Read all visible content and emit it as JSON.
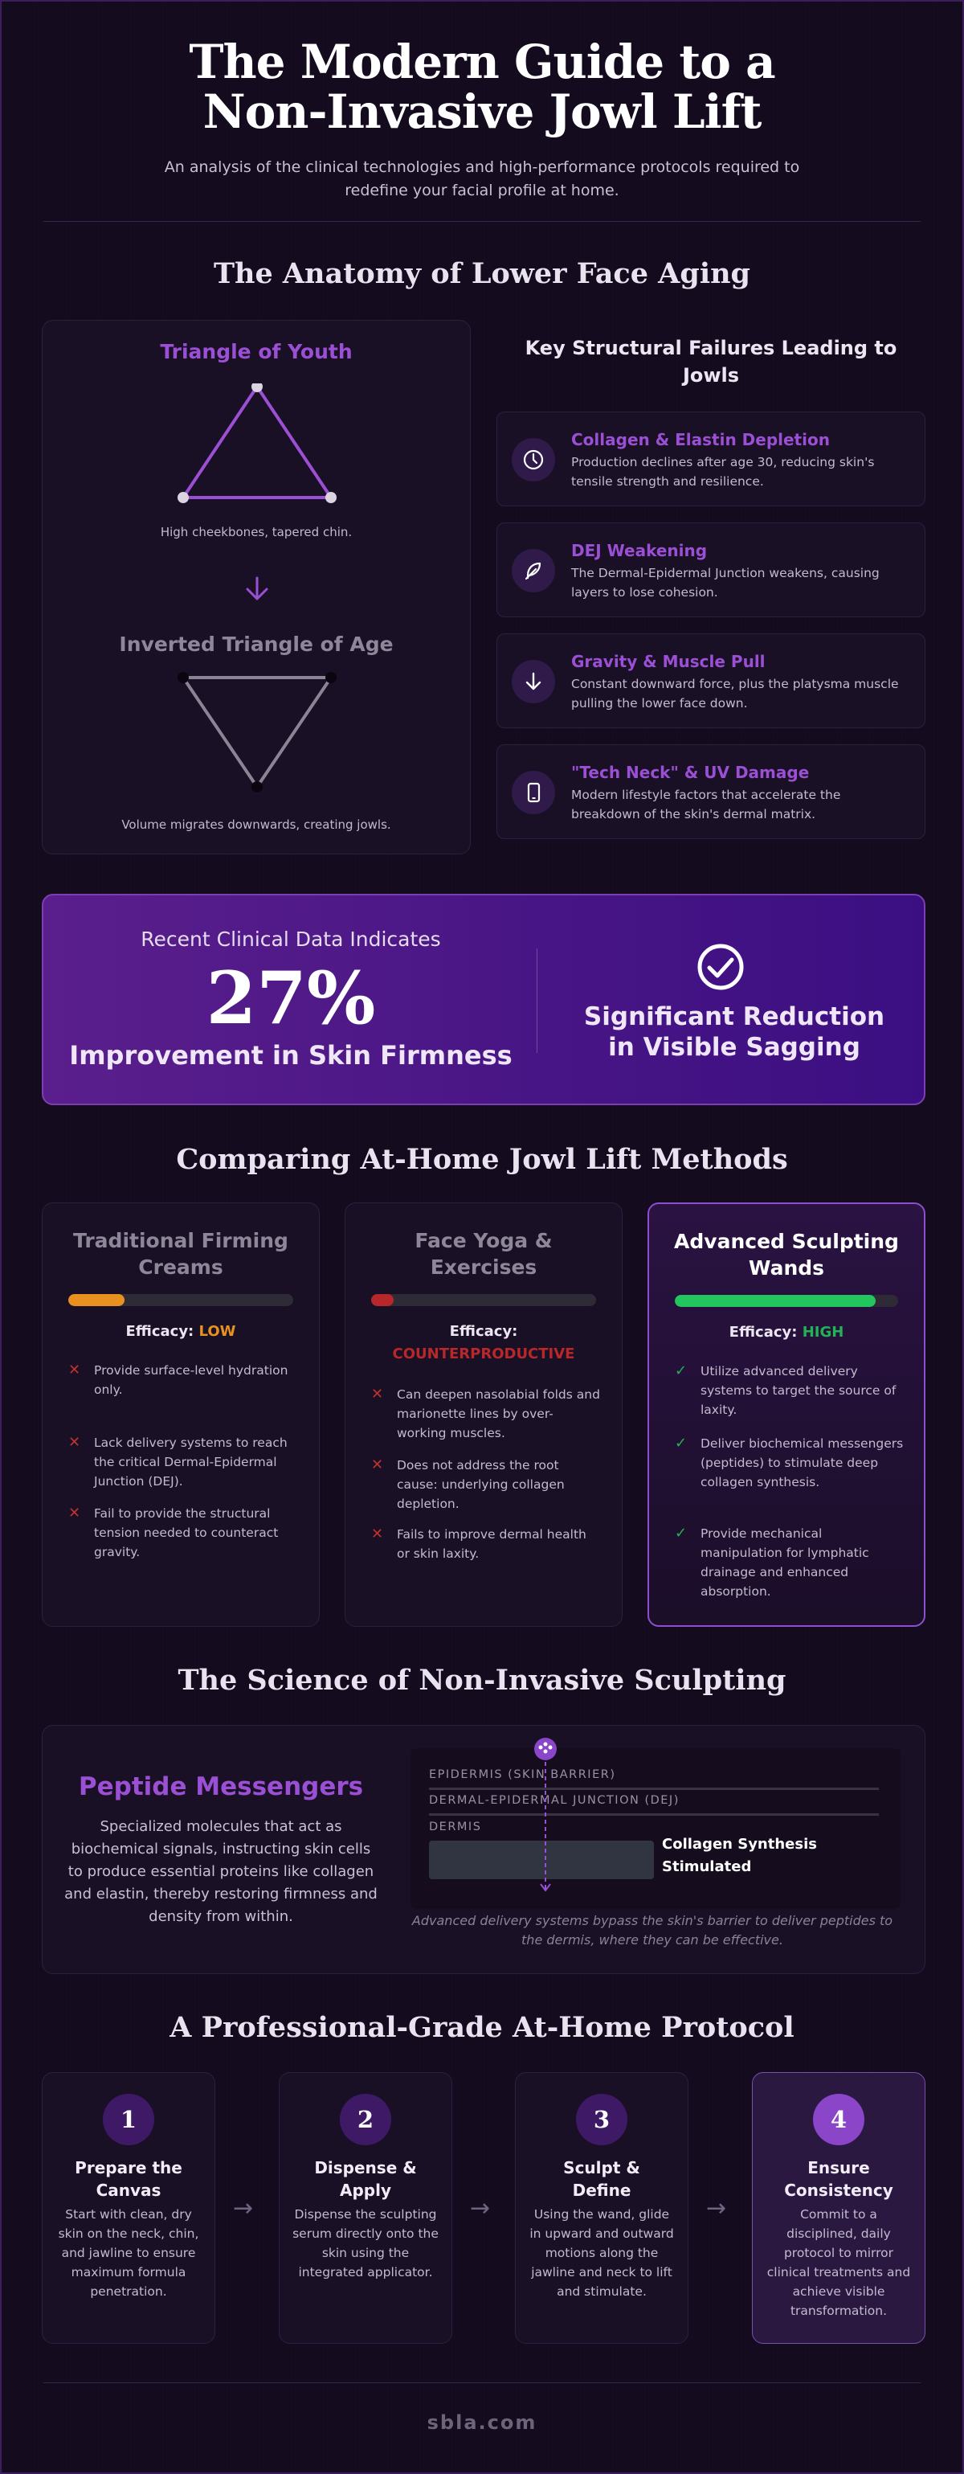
{
  "header": {
    "title_line1": "The Modern Guide to a",
    "title_line2": "Non-Invasive Jowl Lift",
    "subtitle": "An analysis of the clinical technologies and high-performance protocols required to redefine your facial profile at home."
  },
  "anatomy": {
    "title": "The Anatomy of Lower Face Aging",
    "youth": {
      "title": "Triangle of Youth",
      "caption": "High cheekbones, tapered chin."
    },
    "age": {
      "title": "Inverted Triangle of Age",
      "caption": "Volume migrates downwards, creating jowls."
    },
    "failures_heading": "Key Structural Failures Leading to Jowls",
    "failures": [
      {
        "icon": "clock-icon",
        "title": "Collagen & Elastin Depletion",
        "desc": "Production declines after age 30, reducing skin's tensile strength and resilience."
      },
      {
        "icon": "feather-icon",
        "title": "DEJ Weakening",
        "desc": "The Dermal-Epidermal Junction weakens, causing layers to lose cohesion."
      },
      {
        "icon": "arrow-down-icon",
        "title": "Gravity & Muscle Pull",
        "desc": "Constant downward force, plus the platysma muscle pulling the lower face down."
      },
      {
        "icon": "phone-icon",
        "title": "\"Tech Neck\" & UV Damage",
        "desc": "Modern lifestyle factors that accelerate the breakdown of the skin's dermal matrix."
      }
    ]
  },
  "stats": {
    "kicker": "Recent Clinical Data Indicates",
    "value": "27%",
    "value_label": "Improvement in Skin Firmness",
    "icon": "check-badge-icon",
    "right_line1": "Significant Reduction",
    "right_line2": "in Visible Sagging"
  },
  "methods": {
    "title": "Comparing At-Home Jowl Lift Methods",
    "efficacy_prefix": "Efficacy:",
    "cards": [
      {
        "title_line1": "Traditional Firming",
        "title_line2": "Creams",
        "efficacy": "LOW",
        "efficacy_color": "#e8911e",
        "bar_fill": 0.25,
        "bar_color": "#e8911e",
        "items": [
          "Provide surface-level hydration only.",
          "Lack delivery systems to reach the critical Dermal-Epidermal Junction (DEJ).",
          "Fail to provide the structural tension needed to counteract gravity."
        ]
      },
      {
        "title_line1": "Face Yoga &",
        "title_line2": "Exercises",
        "efficacy": "COUNTERPRODUCTIVE",
        "efficacy_color": "#b8282a",
        "bar_fill": 0.1,
        "bar_color": "#b8282a",
        "items": [
          "Can deepen nasolabial folds and marionette lines by over-working muscles.",
          "Does not address the root cause: underlying collagen depletion.",
          "Fails to improve dermal health or skin laxity."
        ]
      },
      {
        "title_line1": "Advanced Sculpting",
        "title_line2": "Wands",
        "efficacy": "HIGH",
        "efficacy_color": "#22b356",
        "bar_fill": 0.9,
        "bar_color": "#22c55e",
        "items": [
          "Utilize advanced delivery systems to target the source of laxity.",
          "Deliver biochemical messengers (peptides) to stimulate deep collagen synthesis.",
          "Provide mechanical manipulation for lymphatic drainage and enhanced absorption."
        ]
      }
    ]
  },
  "science": {
    "title": "The Science of Non-Invasive Sculpting",
    "heading": "Peptide Messengers",
    "body": "Specialized molecules that act as biochemical signals, instructing skin cells to produce essential proteins like collagen and elastin, thereby restoring firmness and density from within.",
    "layers": [
      "EPIDERMIS (SKIN BARRIER)",
      "DERMAL-EPIDERMAL JUNCTION (DEJ)",
      "DERMIS"
    ],
    "target_label_line1": "Collagen Synthesis",
    "target_label_line2": "Stimulated",
    "caption_line1": "Advanced delivery systems bypass the skin's barrier to deliver peptides to",
    "caption_line2": "the dermis, where they can be effective."
  },
  "protocol": {
    "title": "A Professional-Grade At-Home Protocol",
    "steps": [
      {
        "num": "1",
        "title_line1": "Prepare the",
        "title_line2": "Canvas",
        "desc": "Start with clean, dry skin on the neck, chin, and jawline to ensure maximum formula penetration."
      },
      {
        "num": "2",
        "title_line1": "Dispense &",
        "title_line2": "Apply",
        "desc": "Dispense the sculpting serum directly onto the skin using the integrated applicator."
      },
      {
        "num": "3",
        "title_line1": "Sculpt &",
        "title_line2": "Define",
        "desc": "Using the wand, glide in upward and outward motions along the jawline and neck to lift and stimulate."
      },
      {
        "num": "4",
        "title_line1": "Ensure",
        "title_line2": "Consistency",
        "desc": "Commit to a disciplined, daily protocol to mirror clinical treatments and achieve visible transformation."
      }
    ]
  },
  "footer": {
    "site": "sbla.com"
  },
  "colors": {
    "accent": "#9b4fd4",
    "background": "#140b1f",
    "card": "#1a1025"
  }
}
